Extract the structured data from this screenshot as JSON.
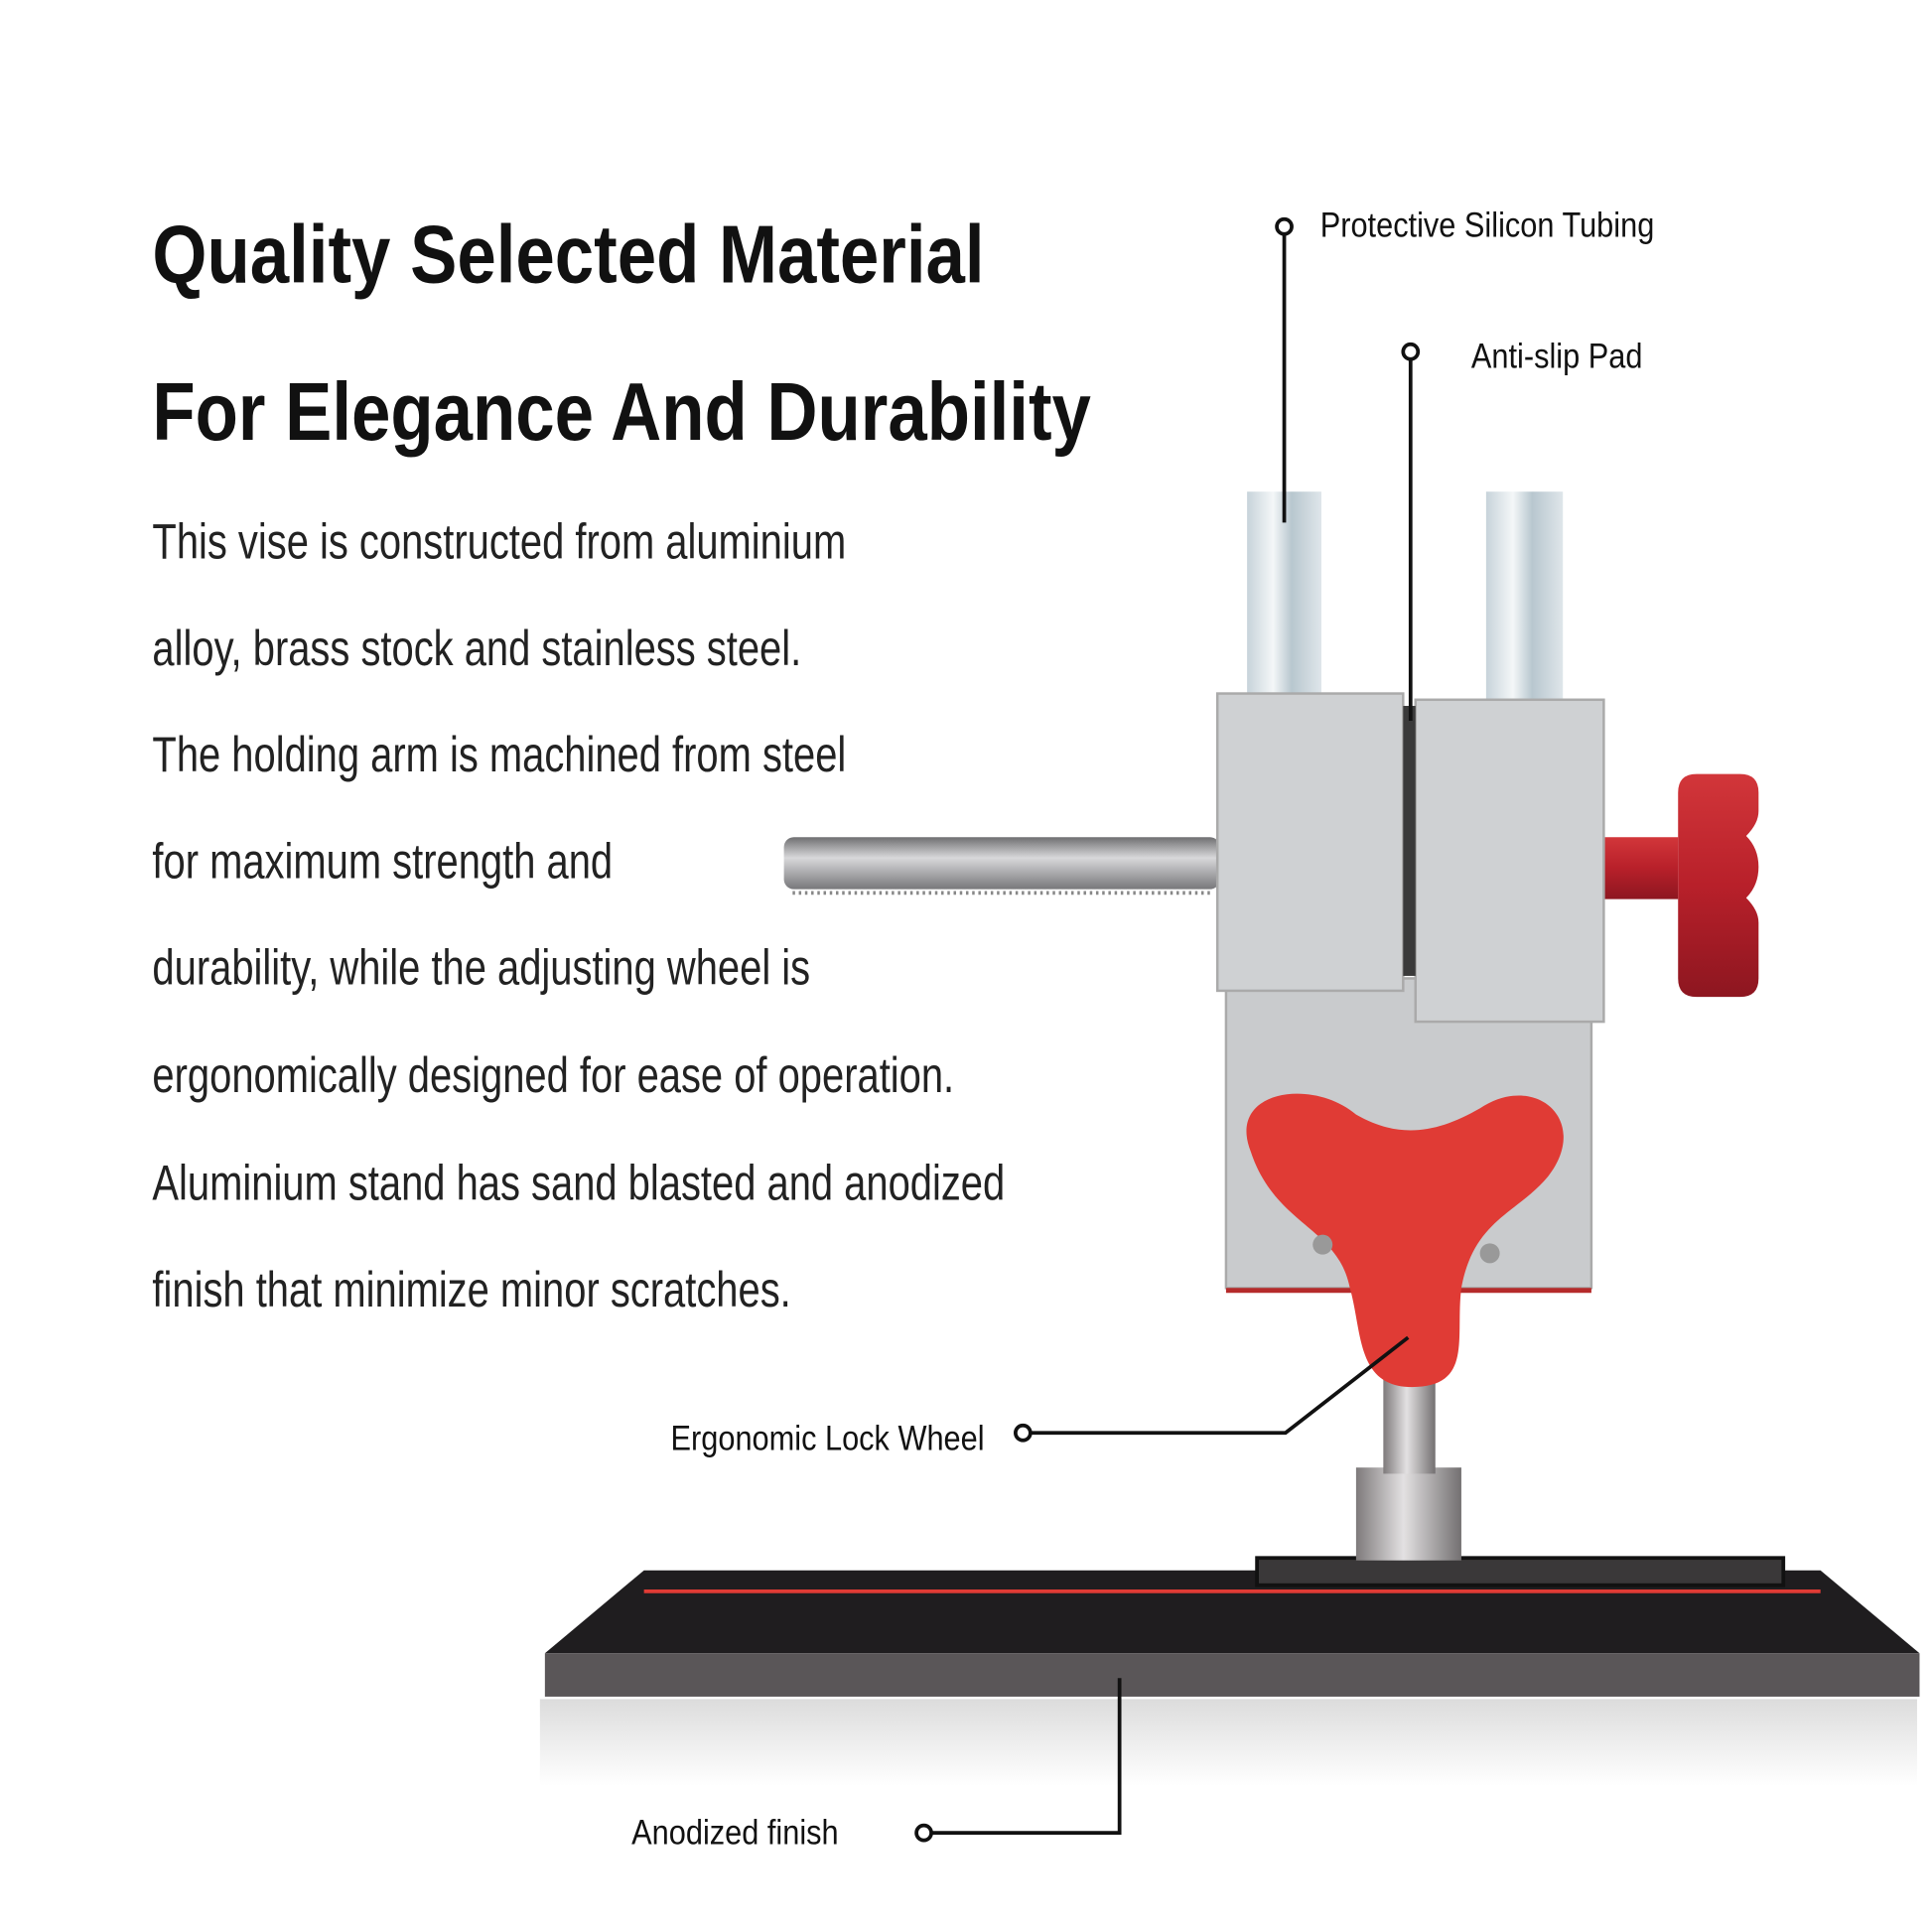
{
  "heading": {
    "line1": "Quality Selected Material",
    "line2": "For Elegance And Durability"
  },
  "description": [
    "This vise is constructed from aluminium",
    "alloy, brass stock and stainless steel.",
    "The holding arm is machined from steel",
    "for maximum strength and",
    "durability, while the adjusting wheel is",
    "ergonomically designed for ease of operation.",
    "Aluminium stand has sand blasted and anodized",
    "finish that minimize minor scratches."
  ],
  "callouts": {
    "tubing": "Protective Silicon Tubing",
    "pad": "Anti-slip Pad",
    "wheel": "Ergonomic Lock Wheel",
    "finish": "Anodized finish"
  },
  "colors": {
    "accent_red": "#e03b35",
    "base_dark": "#3b3a3c",
    "silver": "#c9cbcd"
  }
}
